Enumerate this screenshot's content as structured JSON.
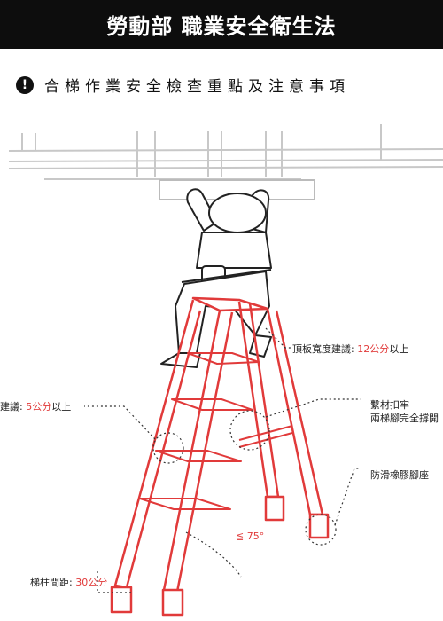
{
  "header": {
    "title": "勞動部 職業安全衛生法"
  },
  "subtitle": {
    "text": "合梯作業安全檢查重點及注意事項",
    "icon": "exclamation-circle-icon"
  },
  "labels": {
    "top_board": {
      "prefix": "頂板寬度建議: ",
      "value": "12公分",
      "suffix": "以上"
    },
    "step": {
      "prefix": "建議: ",
      "value": "5公分",
      "suffix": "以上"
    },
    "tie_1": "繫材扣牢",
    "tie_2": "兩梯腳完全撐開",
    "feet": "防滑橡膠腳座",
    "angle": "≦ 75°",
    "spacing": {
      "prefix": "梯柱間距: ",
      "value": "30公分"
    }
  },
  "colors": {
    "accent": "#e13a3a",
    "header_bg": "#0d0d0d",
    "ladder": "#e13a3a"
  }
}
